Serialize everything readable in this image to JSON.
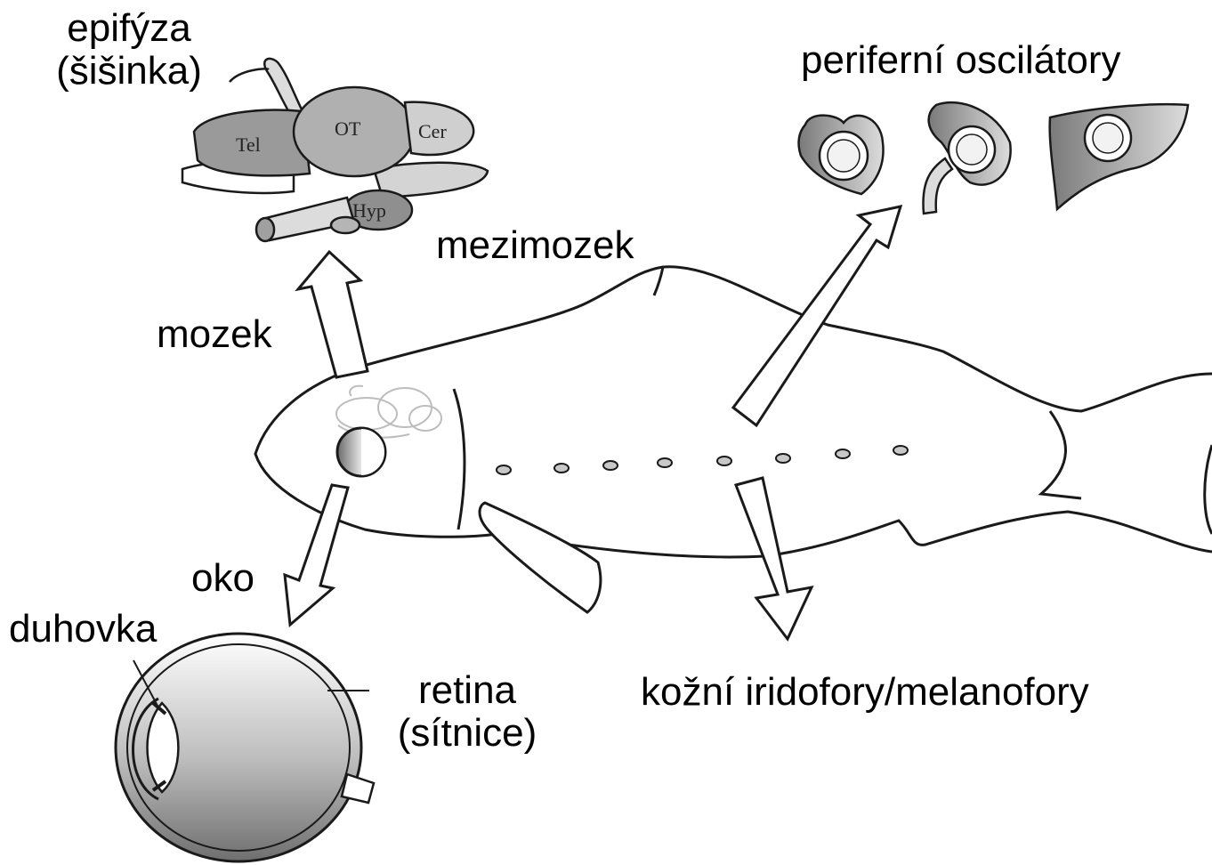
{
  "labels": {
    "epifyza": "epifýza",
    "sisinka": "(šišinka)",
    "mezimozek": "mezimozek",
    "mozek": "mozek",
    "oko": "oko",
    "duhovka": "duhovka",
    "retina": "retina",
    "sitnice": "(sítnice)",
    "periferni": "periferní oscilátory",
    "kozni": "kožní iridofory/melanofory"
  },
  "brain_regions": {
    "tel": "Tel",
    "ot": "OT",
    "cer": "Cer",
    "hyp": "Hyp"
  },
  "colors": {
    "line": "#1a1a1a",
    "shade_dark": "#8a8a8a",
    "shade_mid": "#b5b5b5",
    "shade_light": "#dedede",
    "background": "#ffffff"
  }
}
